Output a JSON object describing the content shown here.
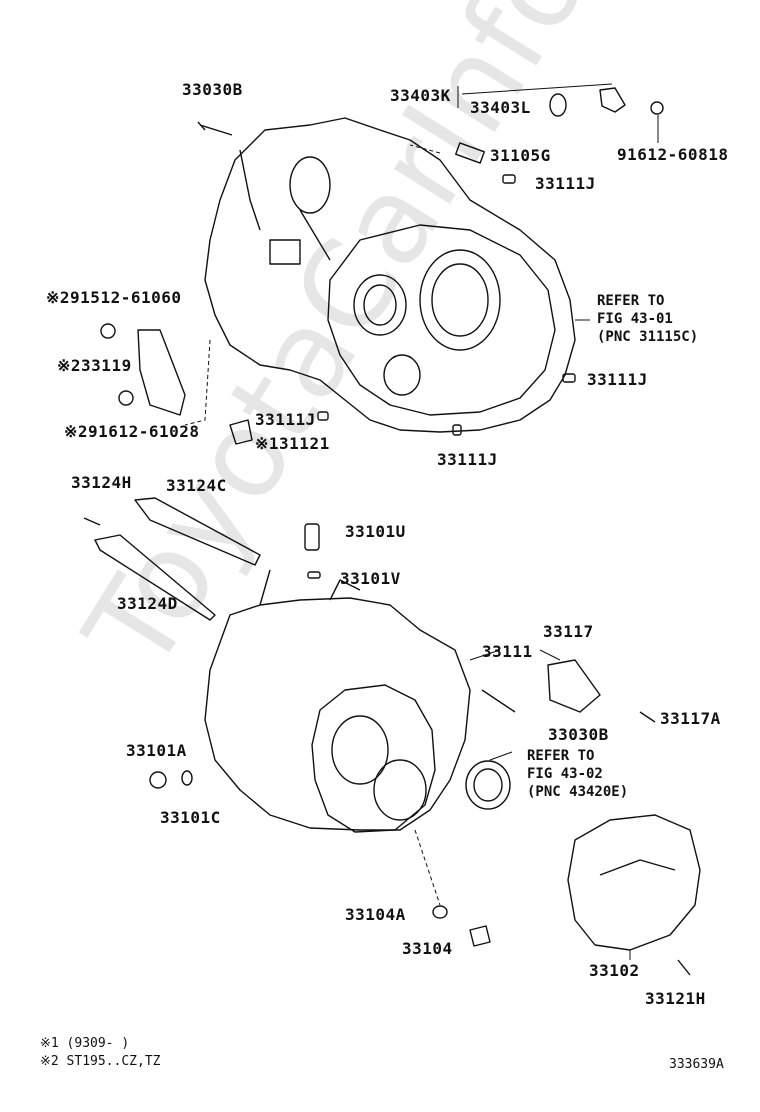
{
  "watermark": "ToyotaCarInfo.ru",
  "parts": {
    "p33030B_top": "33030B",
    "p33403K": "33403K",
    "p33403L": "33403L",
    "p91612_60818": "91612-60818",
    "p31105G": "31105G",
    "p33111J_a": "33111J",
    "p91512_61060": "※291512-61060",
    "p33119": "※233119",
    "p91612_61028": "※291612-61028",
    "p33111J_b": "33111J",
    "p31121": "※131121",
    "p33111J_c": "33111J",
    "p33111J_d": "33111J",
    "p33124H": "33124H",
    "p33124C": "33124C",
    "p33101U": "33101U",
    "p33101V": "33101V",
    "p33124D": "33124D",
    "p33111": "33111",
    "p33117": "33117",
    "p33030B_bot": "33030B",
    "p33117A": "33117A",
    "p33101A": "33101A",
    "p33101C": "33101C",
    "p33104A": "33104A",
    "p33104": "33104",
    "p33102": "33102",
    "p33121H": "33121H"
  },
  "refs": {
    "fig4301": [
      "REFER TO",
      "FIG 43-01",
      "(PNC 31115C)"
    ],
    "fig4302": [
      "REFER TO",
      "FIG 43-02",
      "(PNC 43420E)"
    ]
  },
  "footnotes": {
    "n1": "※1 (9309-    )",
    "n2": "※2 ST195..CZ,TZ"
  },
  "figure_id": "333639A"
}
